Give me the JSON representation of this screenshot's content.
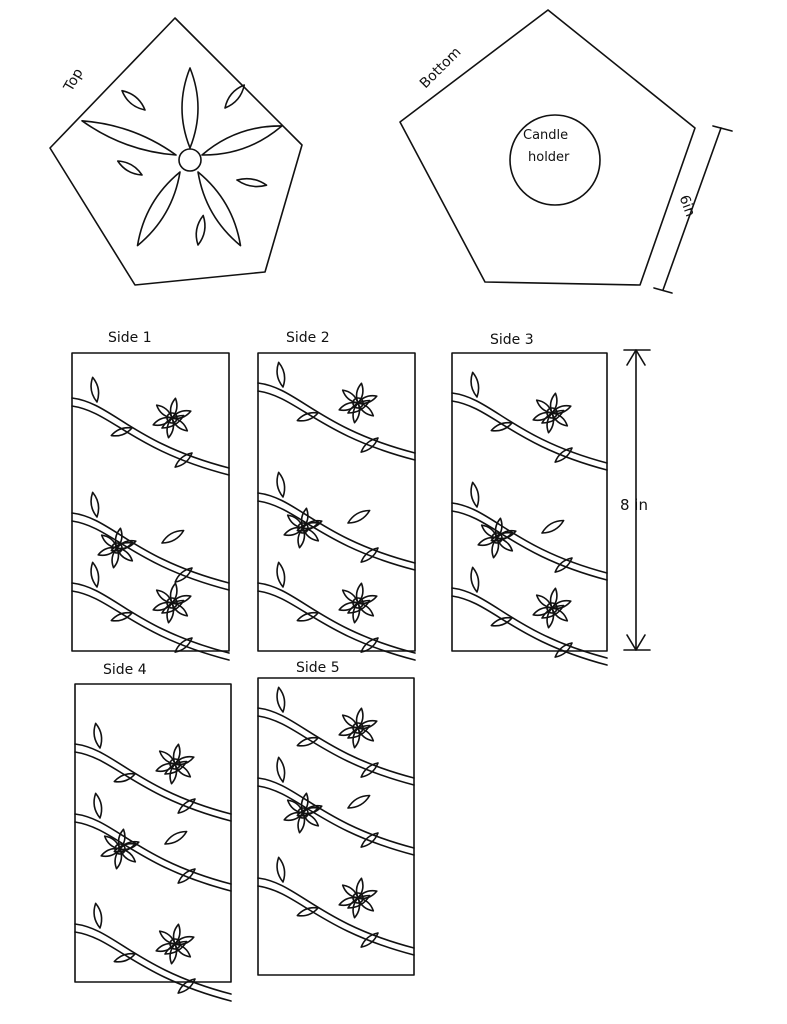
{
  "top_panel": {
    "label": "Top"
  },
  "bottom_panel": {
    "label": "Bottom",
    "candle_holder": {
      "line1": "Candle",
      "line2": "holder"
    }
  },
  "dimensions": {
    "pentagon_side": "6in",
    "side_height": "8 in"
  },
  "sides": [
    {
      "label": "Side 1"
    },
    {
      "label": "Side 2"
    },
    {
      "label": "Side 3"
    },
    {
      "label": "Side 4"
    },
    {
      "label": "Side 5"
    }
  ],
  "colors": {
    "ink": "#111111",
    "paper": "#ffffff"
  }
}
